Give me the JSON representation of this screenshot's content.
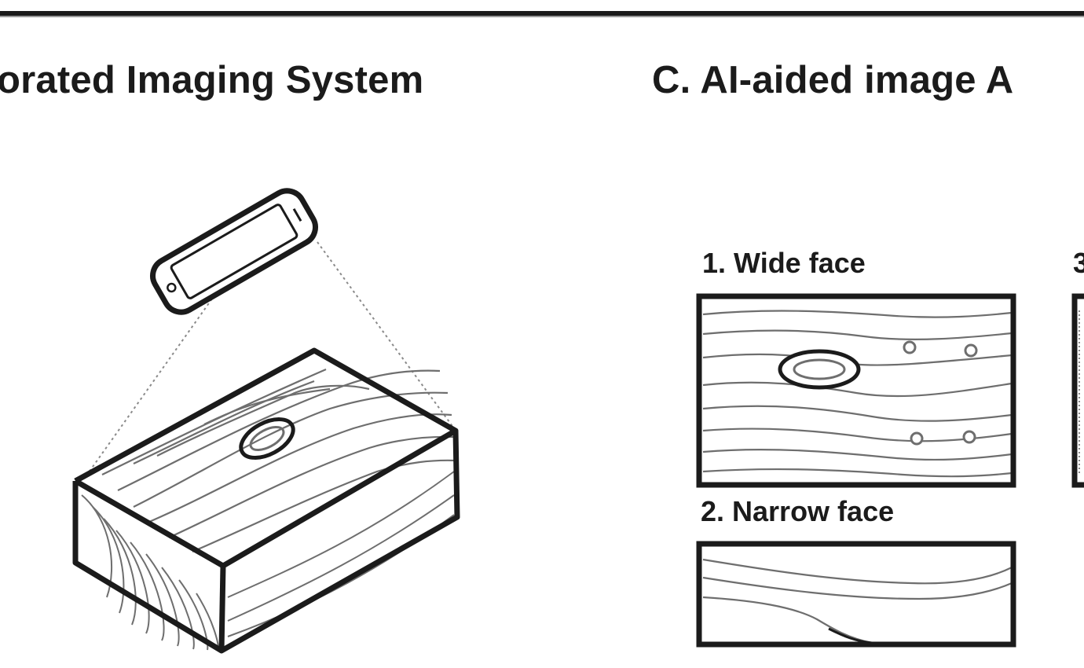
{
  "panel_b": {
    "heading": "orated Imaging System"
  },
  "panel_c": {
    "heading": "C. AI-aided image A",
    "faces": [
      {
        "label": "1. Wide face"
      },
      {
        "label": "2. Narrow face"
      },
      {
        "label": "3"
      }
    ]
  },
  "colors": {
    "ink": "#1b1b1b",
    "grain": "#6e6e6e",
    "dotted": "#8a8a8a",
    "rule": "#1a1a1a"
  }
}
